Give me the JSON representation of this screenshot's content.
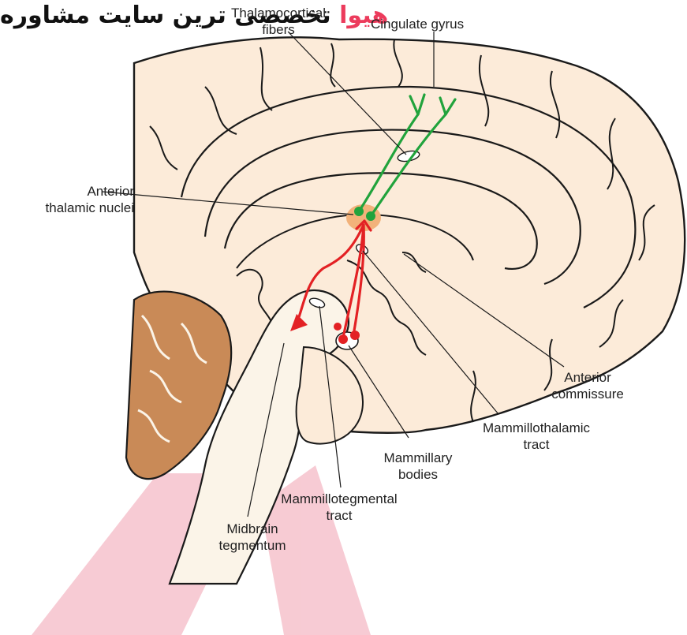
{
  "watermark": {
    "brand": "هیوا",
    "text": " تخصصی ترین سایت مشاوره ",
    "accent_color": "#ec3b5c"
  },
  "labels": {
    "thalamocortical": "Thalamocortical\nfibers",
    "cingulate": "Cingulate gyrus",
    "anterior_thalamic": "Anterior\nthalamic nuclei",
    "anterior_commissure": "Anterior\ncommissure",
    "mammillothalamic": "Mammillothalamic\ntract",
    "mammillary_bodies": "Mammillary\nbodies",
    "mammillotegmental": "Mammillotegmental\ntract",
    "midbrain": "Midbrain\ntegmentum"
  },
  "colors": {
    "brain_fill": "#fcebd9",
    "brainstem_fill": "#fbf4e8",
    "cerebellum_fill": "#c98a57",
    "outline": "#1a1a1a",
    "green_pathway": "#21a33c",
    "red_pathway": "#e32124",
    "nucleus_fill": "#f2b27a",
    "watermark_pink": "#f6c2cc"
  }
}
